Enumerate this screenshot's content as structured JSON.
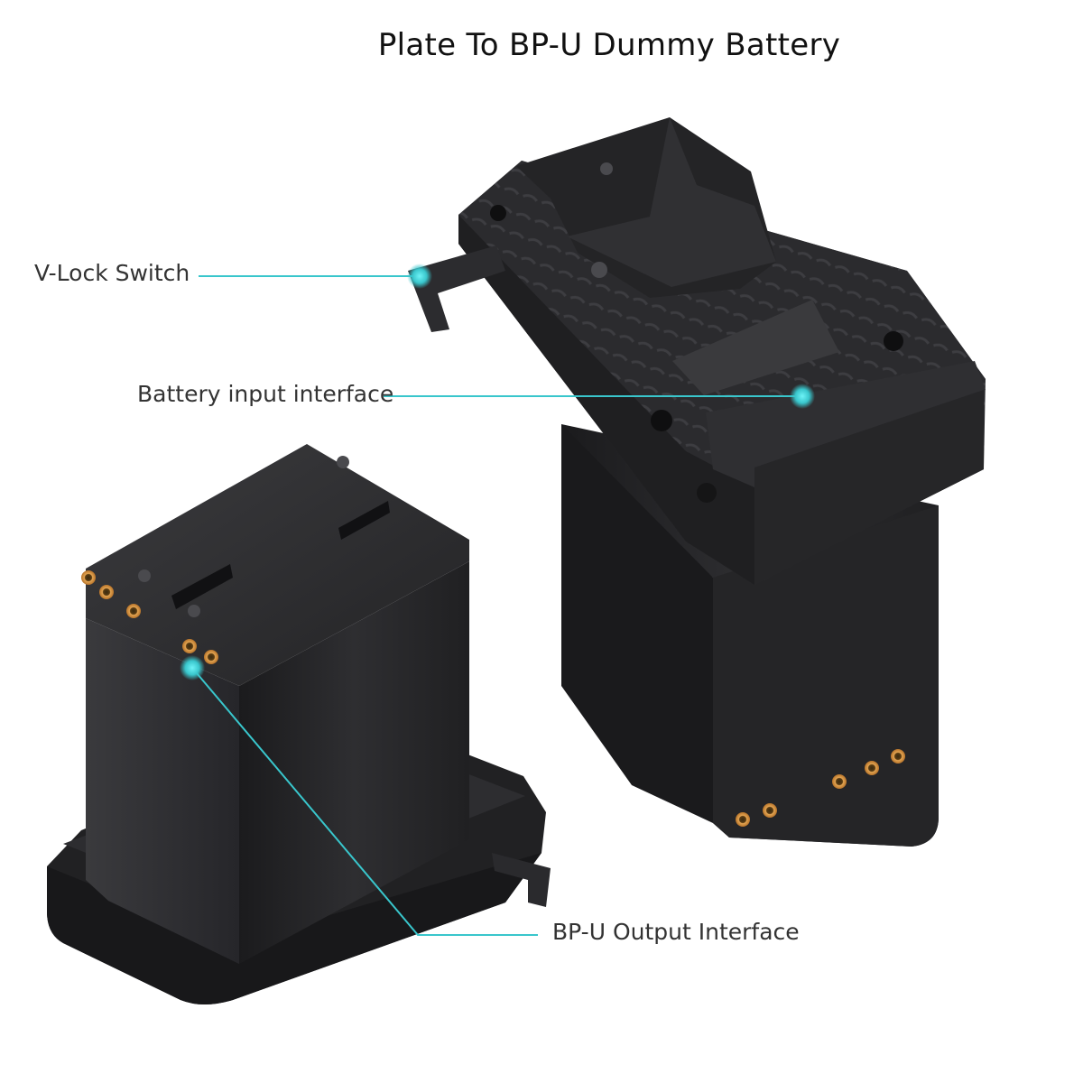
{
  "title": "Plate To BP-U Dummy Battery",
  "callouts": {
    "vlock_switch": "V-Lock Switch",
    "battery_input": "Battery input interface",
    "bpu_output": "BP-U Output Interface"
  },
  "colors": {
    "accent": "#39c6cc",
    "body_dark": "#2a2a2c",
    "contact_gold": "#d08a3c"
  }
}
